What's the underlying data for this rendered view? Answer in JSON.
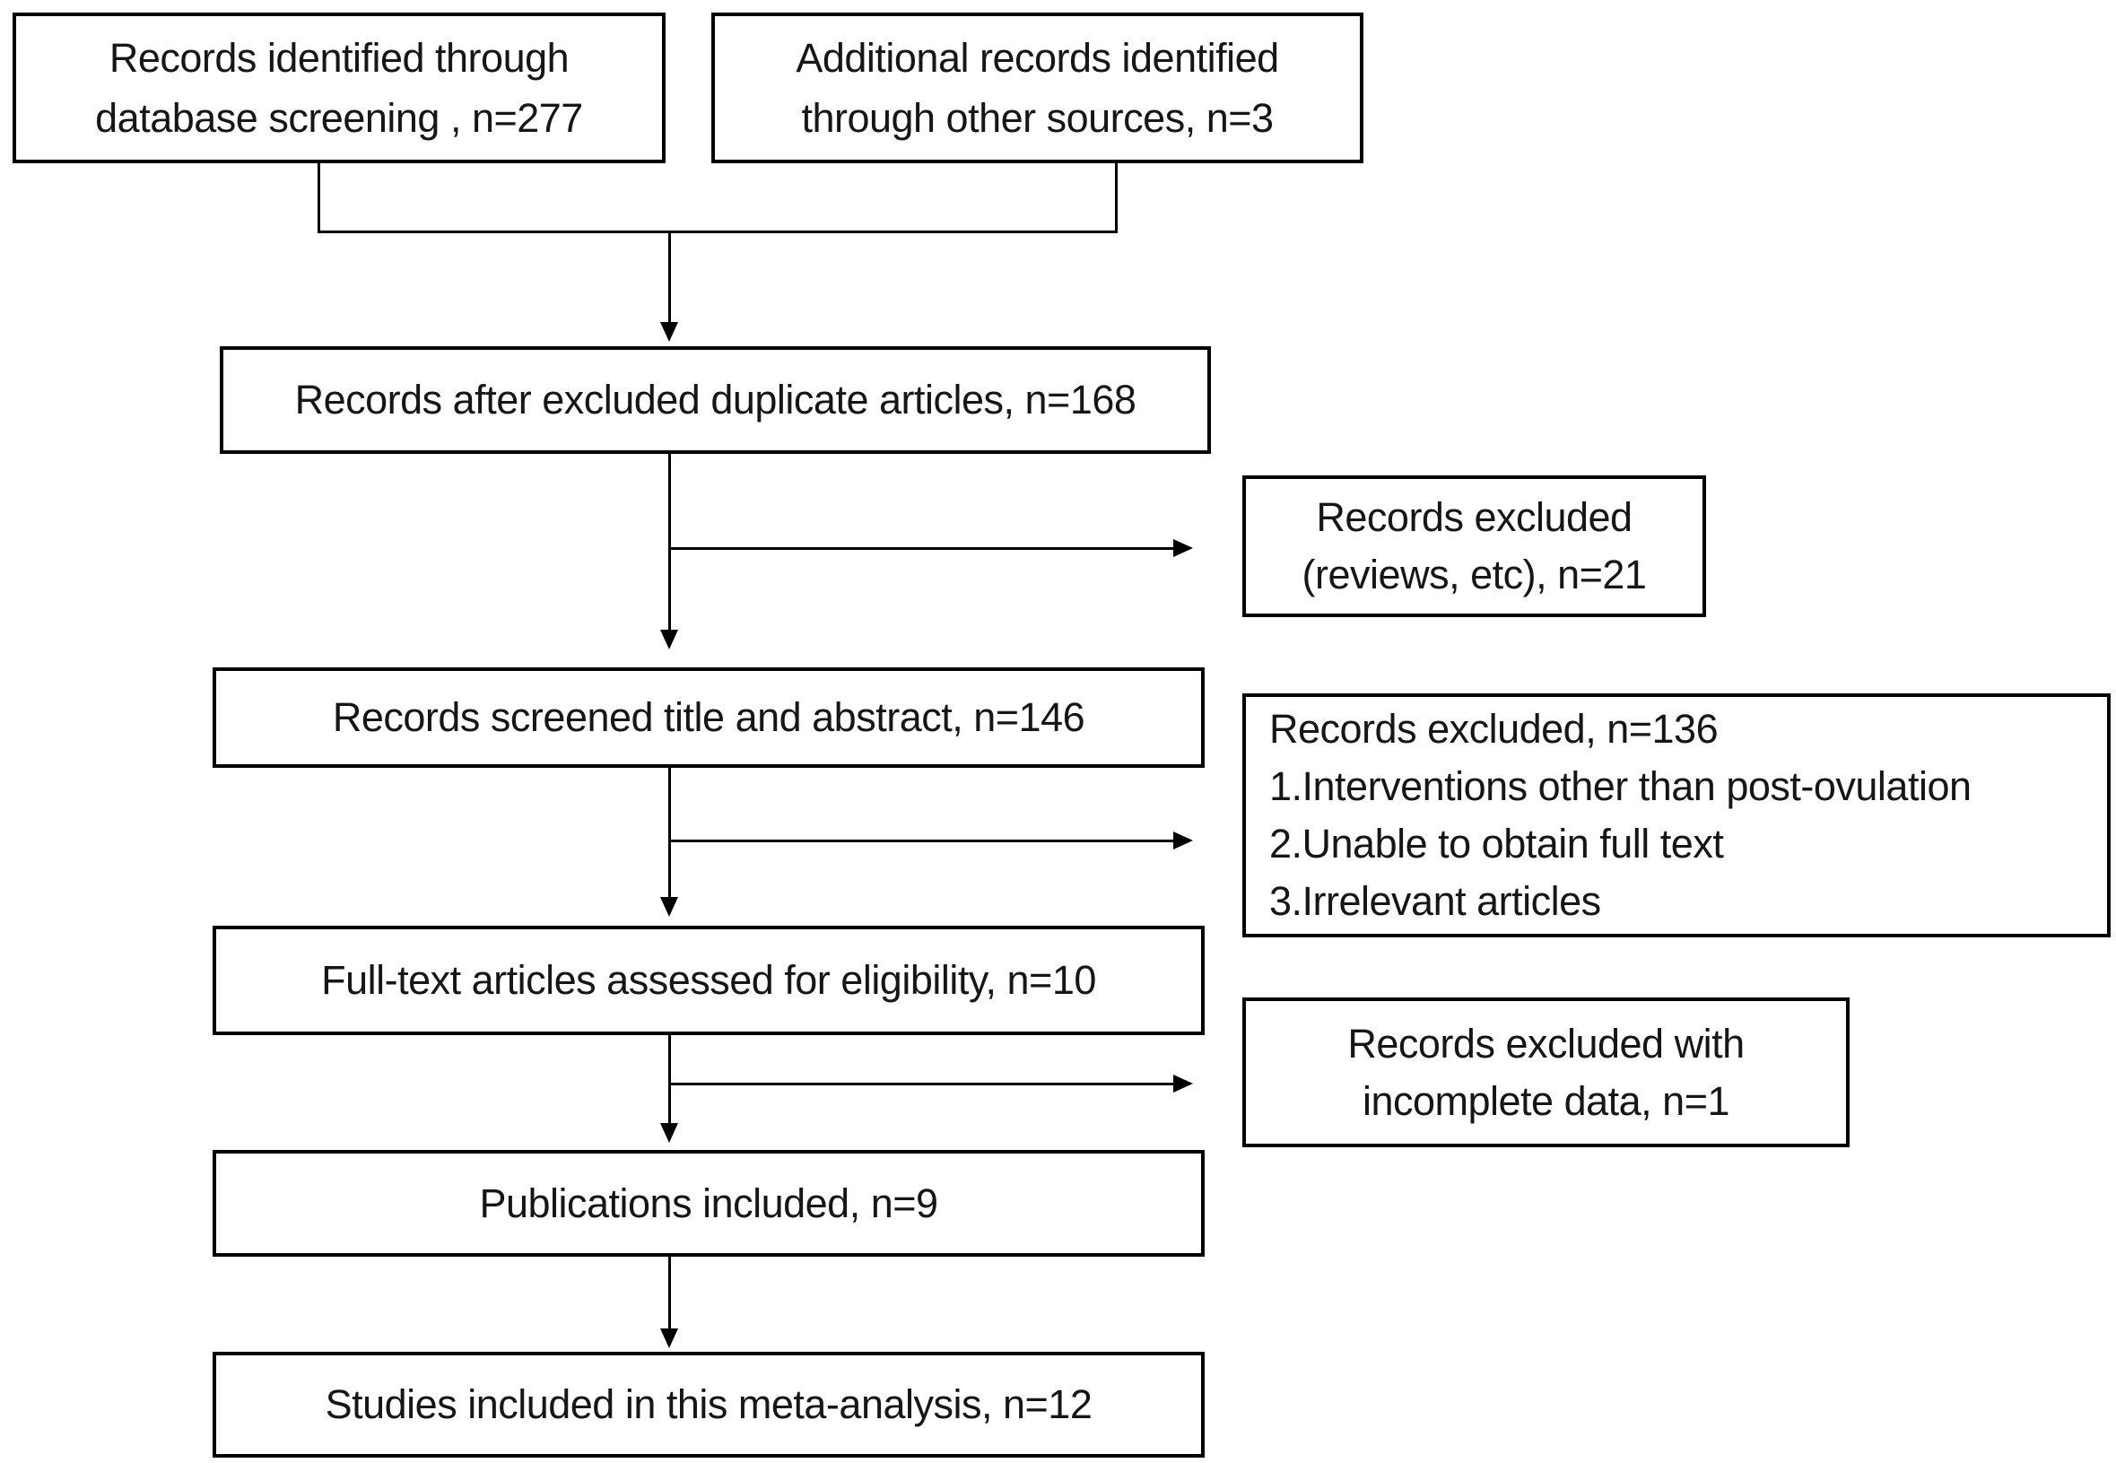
{
  "nodes": {
    "identified_db": {
      "lines": [
        "Records identified through",
        "database screening , n=277"
      ]
    },
    "identified_other": {
      "lines": [
        "Additional records identified",
        "through other sources, n=3"
      ]
    },
    "after_duplicates": {
      "lines": [
        "Records after excluded duplicate articles, n=168"
      ]
    },
    "excluded_reviews": {
      "lines": [
        "Records excluded",
        "(reviews, etc), n=21"
      ]
    },
    "screened": {
      "lines": [
        "Records screened title and abstract, n=146"
      ]
    },
    "excluded_reasons": {
      "lines": [
        "Records excluded, n=136",
        "1.Interventions other than post-ovulation",
        "2.Unable to obtain full text",
        "3.Irrelevant articles"
      ]
    },
    "fulltext_assessed": {
      "lines": [
        "Full-text articles assessed for eligibility, n=10"
      ]
    },
    "excluded_incomplete": {
      "lines": [
        "Records excluded with",
        "incomplete data, n=1"
      ]
    },
    "publications_included": {
      "lines": [
        "Publications included, n=9"
      ]
    },
    "studies_included": {
      "lines": [
        "Studies included in this meta-analysis, n=12"
      ]
    }
  },
  "colors": {
    "background": "#ffffff",
    "box_border": "#000000",
    "connector": "#000000",
    "text": "#161616"
  }
}
